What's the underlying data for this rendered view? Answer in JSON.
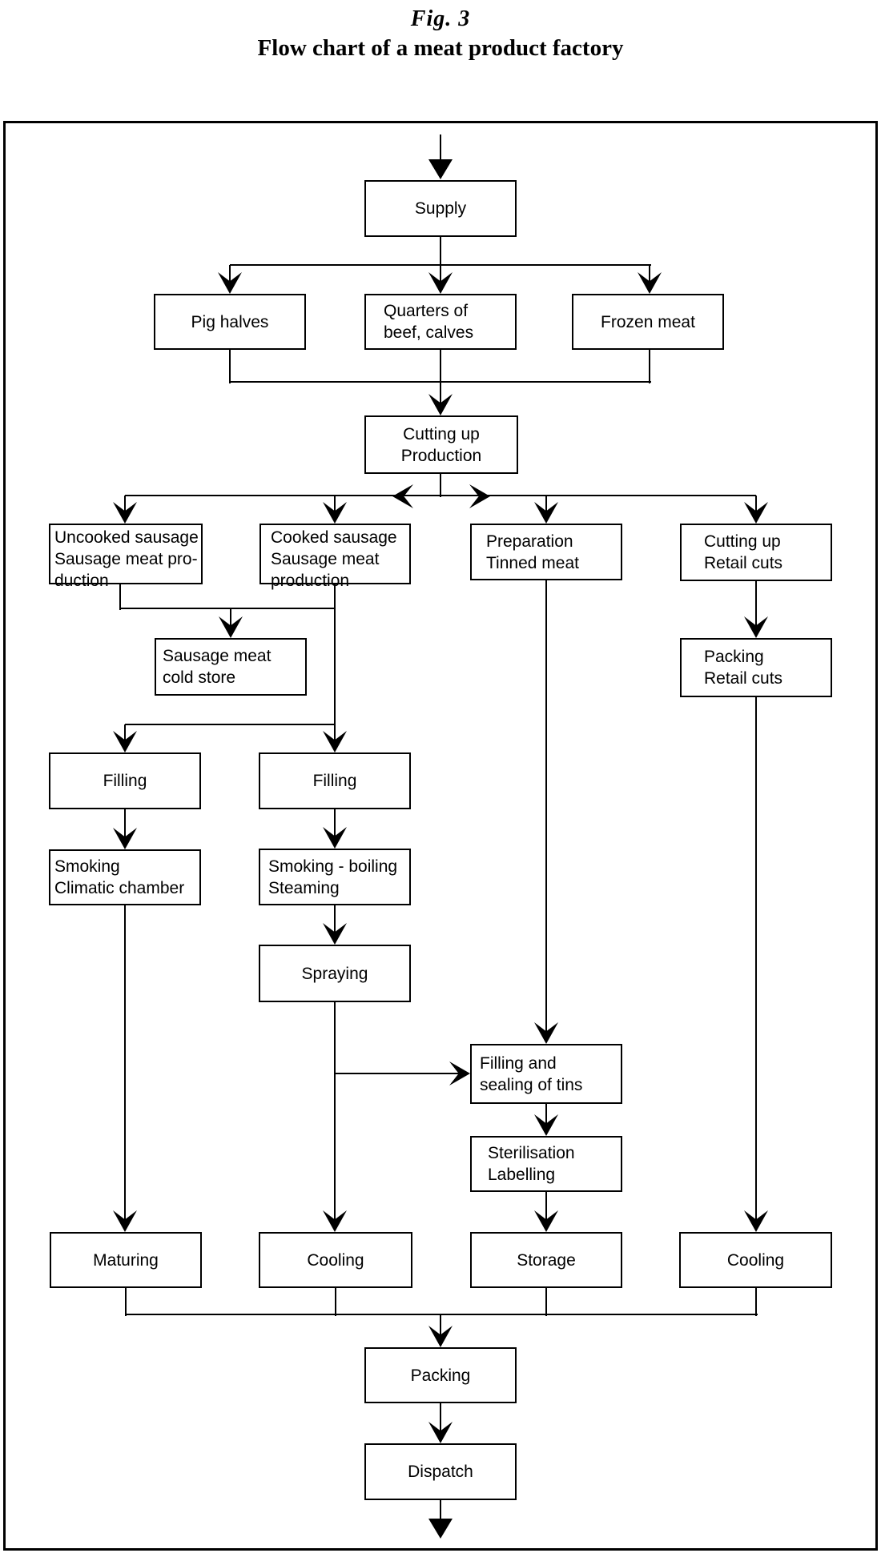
{
  "figure": {
    "caption": "Fig. 3",
    "title": "Flow chart of a meat product factory"
  },
  "colors": {
    "ink": "#000000",
    "paper": "#ffffff"
  },
  "nodes": [
    {
      "id": "supply",
      "label": [
        "Supply"
      ]
    },
    {
      "id": "pig_halves",
      "label": [
        "Pig halves"
      ]
    },
    {
      "id": "quarters",
      "label": [
        "Quarters of",
        "beef, calves"
      ]
    },
    {
      "id": "frozen",
      "label": [
        "Frozen meat"
      ]
    },
    {
      "id": "cutting_prod",
      "label": [
        "Cutting up",
        "Production"
      ]
    },
    {
      "id": "uncooked",
      "label": [
        "Uncooked sausage",
        "Sausage meat pro-",
        "duction"
      ]
    },
    {
      "id": "cooked",
      "label": [
        "Cooked sausage",
        "Sausage meat",
        "production"
      ]
    },
    {
      "id": "preparation",
      "label": [
        "Preparation",
        "Tinned meat"
      ]
    },
    {
      "id": "cutting_retail",
      "label": [
        "Cutting up",
        "Retail cuts"
      ]
    },
    {
      "id": "cold_store",
      "label": [
        "Sausage meat",
        "cold store"
      ]
    },
    {
      "id": "packing_retail",
      "label": [
        "Packing",
        "Retail cuts"
      ]
    },
    {
      "id": "filling_left",
      "label": [
        "Filling"
      ]
    },
    {
      "id": "filling_mid",
      "label": [
        "Filling"
      ]
    },
    {
      "id": "smoking_climatic",
      "label": [
        "Smoking",
        "Climatic chamber"
      ]
    },
    {
      "id": "smoking_boiling",
      "label": [
        "Smoking - boiling",
        "Steaming"
      ]
    },
    {
      "id": "spraying",
      "label": [
        "Spraying"
      ]
    },
    {
      "id": "filling_sealing",
      "label": [
        "Filling and",
        "sealing of tins"
      ]
    },
    {
      "id": "sterilisation",
      "label": [
        "Sterilisation",
        "Labelling"
      ]
    },
    {
      "id": "maturing",
      "label": [
        "Maturing"
      ]
    },
    {
      "id": "cooling_mid",
      "label": [
        "Cooling"
      ]
    },
    {
      "id": "storage",
      "label": [
        "Storage"
      ]
    },
    {
      "id": "cooling_right",
      "label": [
        "Cooling"
      ]
    },
    {
      "id": "packing",
      "label": [
        "Packing"
      ]
    },
    {
      "id": "dispatch",
      "label": [
        "Dispatch"
      ]
    }
  ],
  "edges": [
    [
      "supply",
      "pig_halves"
    ],
    [
      "supply",
      "quarters"
    ],
    [
      "supply",
      "frozen"
    ],
    [
      "pig_halves",
      "cutting_prod"
    ],
    [
      "quarters",
      "cutting_prod"
    ],
    [
      "frozen",
      "cutting_prod"
    ],
    [
      "cutting_prod",
      "uncooked"
    ],
    [
      "cutting_prod",
      "cooked"
    ],
    [
      "cutting_prod",
      "preparation"
    ],
    [
      "cutting_prod",
      "cutting_retail"
    ],
    [
      "uncooked",
      "cold_store"
    ],
    [
      "cooked",
      "cold_store"
    ],
    [
      "cooked",
      "filling_left"
    ],
    [
      "cooked",
      "filling_mid"
    ],
    [
      "filling_left",
      "smoking_climatic"
    ],
    [
      "smoking_climatic",
      "maturing"
    ],
    [
      "filling_mid",
      "smoking_boiling"
    ],
    [
      "smoking_boiling",
      "spraying"
    ],
    [
      "spraying",
      "cooling_mid"
    ],
    [
      "spraying",
      "filling_sealing"
    ],
    [
      "preparation",
      "filling_sealing"
    ],
    [
      "filling_sealing",
      "sterilisation"
    ],
    [
      "sterilisation",
      "storage"
    ],
    [
      "cutting_retail",
      "packing_retail"
    ],
    [
      "packing_retail",
      "cooling_right"
    ],
    [
      "maturing",
      "packing"
    ],
    [
      "cooling_mid",
      "packing"
    ],
    [
      "storage",
      "packing"
    ],
    [
      "cooling_right",
      "packing"
    ],
    [
      "packing",
      "dispatch"
    ]
  ]
}
